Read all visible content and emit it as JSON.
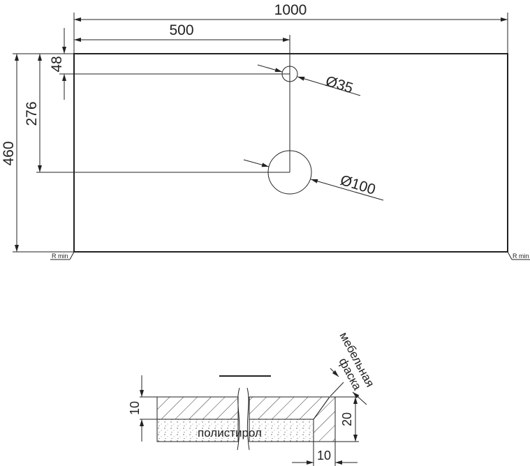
{
  "plan": {
    "width_dim": "1000",
    "hole_offset_x": "500",
    "hole_offset_y_small": "48",
    "hole_offset_y_large": "276",
    "height_dim": "460",
    "small_hole_diameter": "Ø35",
    "large_hole_diameter": "Ø100",
    "corner_left": "R min",
    "corner_right": "R min"
  },
  "section": {
    "top_layer_thickness": "10",
    "total_thickness": "20",
    "edge_width": "10",
    "core_material": "полистирол",
    "chamfer_label_line1": "мебельная",
    "chamfer_label_line2": "фаска"
  }
}
